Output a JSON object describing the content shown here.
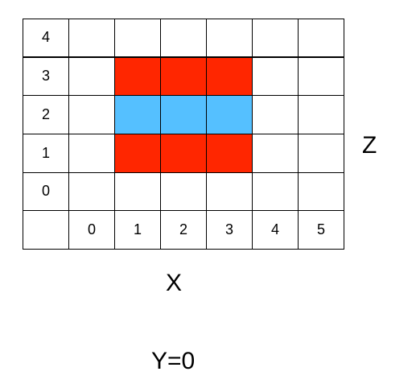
{
  "grid": {
    "z_labels": [
      "4",
      "3",
      "2",
      "1",
      "0"
    ],
    "x_labels": [
      "0",
      "1",
      "2",
      "3",
      "4",
      "5"
    ],
    "filled_cells": [
      {
        "x": 1,
        "z": 3,
        "color": "red"
      },
      {
        "x": 2,
        "z": 3,
        "color": "red"
      },
      {
        "x": 3,
        "z": 3,
        "color": "red"
      },
      {
        "x": 1,
        "z": 2,
        "color": "blue"
      },
      {
        "x": 2,
        "z": 2,
        "color": "blue"
      },
      {
        "x": 3,
        "z": 2,
        "color": "blue"
      },
      {
        "x": 1,
        "z": 1,
        "color": "red"
      },
      {
        "x": 2,
        "z": 1,
        "color": "red"
      },
      {
        "x": 3,
        "z": 1,
        "color": "red"
      }
    ]
  },
  "colors": {
    "red": "#ff2600",
    "blue": "#55c0ff",
    "empty": "#ffffff",
    "line": "#000000"
  },
  "axes": {
    "x_label": "X",
    "z_label": "Z"
  },
  "slice": {
    "label": "Y=0"
  }
}
